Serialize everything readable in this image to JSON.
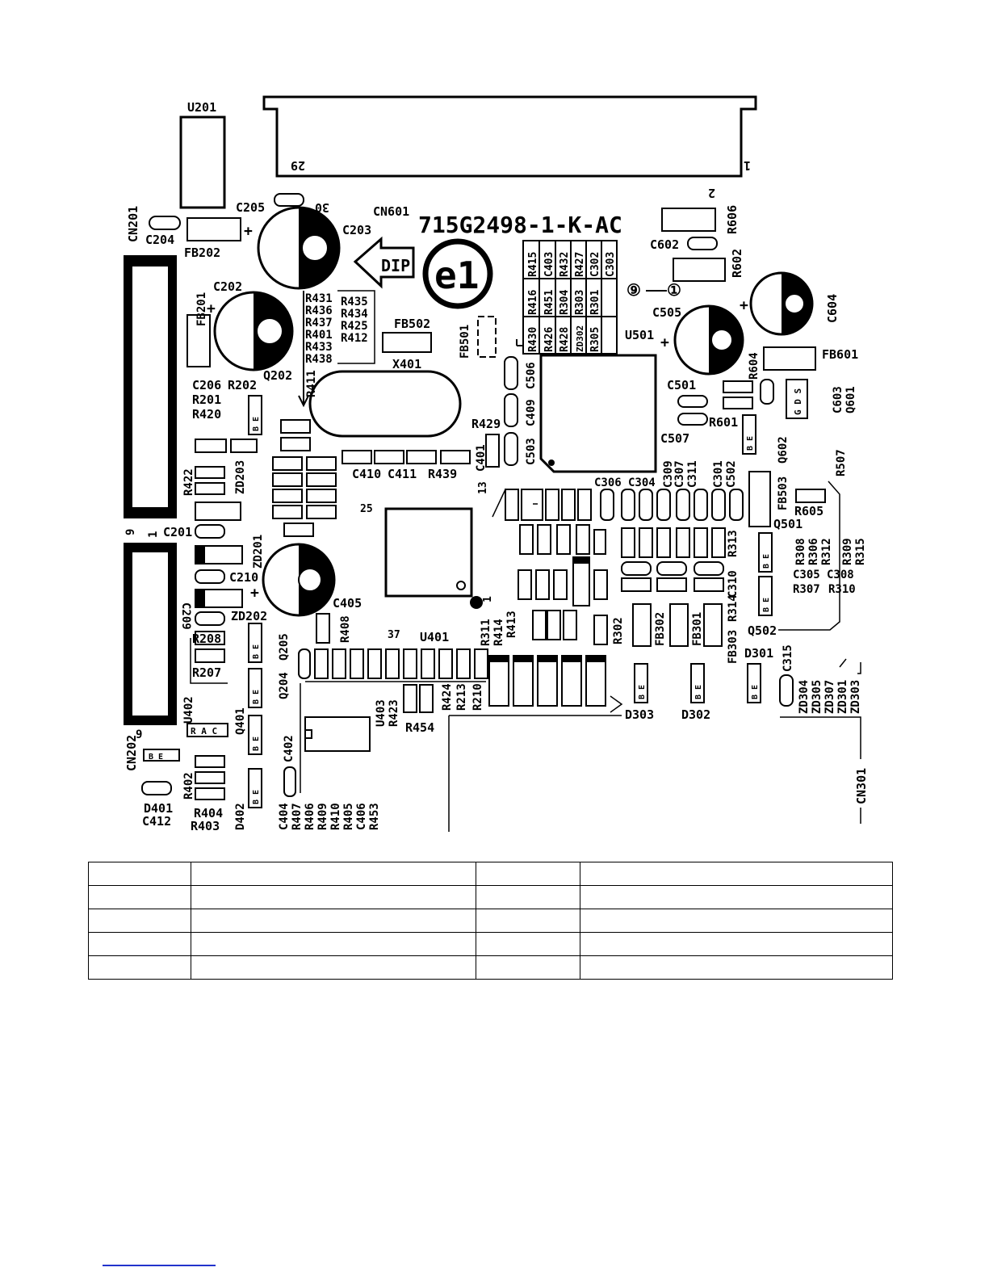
{
  "board": {
    "part_number": "715G2498-1-K-AC",
    "dip_label": "DIP",
    "e1_mark": "e1",
    "pin_marks": [
      "⑨",
      "①"
    ],
    "labels": {
      "U201": "U201",
      "CN201": "CN201",
      "C204": "C204",
      "FB202": "FB202",
      "C205": "C205",
      "C203": "C203",
      "CN601": "CN601",
      "C202": "C202",
      "FB201": "FB201",
      "C206": "C206",
      "R202": "R202",
      "Q202": "Q202",
      "R201": "R201",
      "R420": "R420",
      "R422": "R422",
      "ZD203": "ZD203",
      "C201": "C201",
      "ZD201": "ZD201",
      "C210": "C210",
      "C209": "C209",
      "ZD202": "ZD202",
      "C405": "C405",
      "R208": "R208",
      "R207": "R207",
      "U402": "U402",
      "CN202": "CN202",
      "Q401": "Q401",
      "Q204": "Q204",
      "Q205": "Q205",
      "R408": "R408",
      "U401": "U401",
      "R402": "R402",
      "D401": "D401",
      "C412": "C412",
      "R404": "R404",
      "R403": "R403",
      "D402": "D402",
      "C402": "C402",
      "C404": "C404",
      "R407": "R407",
      "R406": "R406",
      "R409": "R409",
      "R410": "R410",
      "R405": "R405",
      "C406": "C406",
      "R453": "R453",
      "U403": "U403",
      "R423": "R423",
      "R454": "R454",
      "R424": "R424",
      "R213": "R213",
      "R210": "R210",
      "R311": "R311",
      "R414": "R414",
      "R413": "R413",
      "R302": "R302",
      "FB302": "FB302",
      "FB301": "FB301",
      "FB303": "FB303",
      "D303": "D303",
      "D302": "D302",
      "D301": "D301",
      "C315": "C315",
      "ZD304": "ZD304",
      "ZD305": "ZD305",
      "ZD307": "ZD307",
      "ZD301": "ZD301",
      "ZD303": "ZD303",
      "CN301": "CN301",
      "Q502": "Q502",
      "R314": "R314",
      "C310": "C310",
      "R313": "R313",
      "R308": "R308",
      "R306": "R306",
      "R312": "R312",
      "R309": "R309",
      "R315": "R315",
      "C305": "C305",
      "C308": "C308",
      "R307": "R307",
      "R310": "R310",
      "Q501": "Q501",
      "FB503": "FB503",
      "R605": "R605",
      "R507": "R507",
      "Q602": "Q602",
      "C306": "C306",
      "C304": "C304",
      "C309": "C309",
      "C307": "C307",
      "C311": "C311",
      "C301": "C301",
      "C502": "C502",
      "C507": "C507",
      "R601": "R601",
      "C501": "C501",
      "R604": "R604",
      "C603": "C603",
      "Q601": "Q601",
      "FB601": "FB601",
      "U501": "U501",
      "C505": "C505",
      "C604": "C604",
      "C602": "C602",
      "R602": "R602",
      "R606": "R606",
      "FB501": "FB501",
      "FB502": "FB502",
      "X401": "X401",
      "R411": "R411",
      "C410": "C410",
      "C411": "C411",
      "R439": "R439",
      "C401": "C401",
      "R429": "R429",
      "C506": "C506",
      "C409": "C409",
      "C503": "C503",
      "R431": "R431",
      "R436": "R436",
      "R437": "R437",
      "R401": "R401",
      "R433": "R433",
      "R438": "R438",
      "R435": "R435",
      "R434": "R434",
      "R425": "R425",
      "R412": "R412",
      "GDS": "G D S",
      "RAC": "R A C",
      "BE": "B E"
    },
    "pin_numbers": {
      "p29": "29",
      "p1a": "1",
      "p30": "30",
      "p2": "2",
      "p9a": "9",
      "p1b": "1",
      "p9b": "9",
      "p25": "25",
      "p13": "13",
      "p37": "37",
      "p1c": "1"
    },
    "resistor_table": {
      "columns": [
        [
          "R415",
          "R416",
          "R430"
        ],
        [
          "C403",
          "R451",
          "R426"
        ],
        [
          "R432",
          "R304",
          "R428"
        ],
        [
          "R427",
          "R303",
          "ZD302"
        ],
        [
          "C302",
          "R301",
          "R305"
        ],
        [
          "C303",
          "",
          ""
        ]
      ]
    }
  },
  "lower_table": {
    "rows": [
      [
        "",
        "",
        "",
        ""
      ],
      [
        "",
        "",
        "",
        ""
      ],
      [
        "",
        "",
        "",
        ""
      ],
      [
        "",
        "",
        "",
        ""
      ],
      [
        "",
        "",
        "",
        ""
      ]
    ]
  }
}
